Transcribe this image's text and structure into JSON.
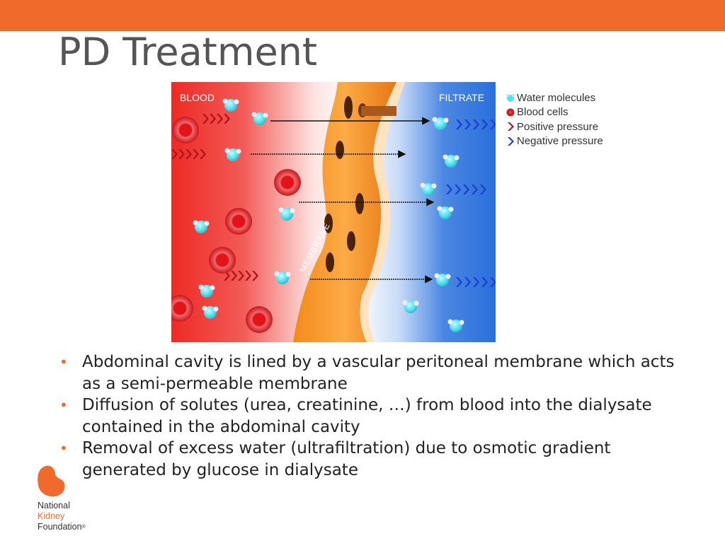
{
  "slide": {
    "title": "PD Treatment",
    "accent_color": "#f06a2b"
  },
  "diagram": {
    "left_label": "BLOOD",
    "right_label": "FILTRATE",
    "membrane_label": "MEMBRANE",
    "colors": {
      "blood_side": "#ee2a24",
      "filtrate_side": "#2a6fdc",
      "membrane": "#f7931e",
      "water": "#4fe3ef",
      "blood_cell": "#d4191d",
      "positive_pressure": "#b3121a",
      "negative_pressure": "#1c3fcf"
    },
    "legend": [
      {
        "icon": "water-molecule-icon",
        "label": "Water molecules"
      },
      {
        "icon": "blood-cell-icon",
        "label": "Blood cells"
      },
      {
        "icon": "positive-pressure-chevron-icon",
        "label": "Positive pressure"
      },
      {
        "icon": "negative-pressure-chevron-icon",
        "label": "Negative pressure"
      }
    ]
  },
  "bullets": [
    "Abdominal cavity is lined by a vascular peritoneal membrane which acts as a semi-permeable membrane",
    "Diffusion of solutes (urea, creatinine, …) from blood into the dialysate contained in the abdominal cavity",
    "Removal of excess water (ultrafiltration) due to osmotic gradient generated by glucose in dialysate"
  ],
  "logo": {
    "line1": "National",
    "line2": "Kidney",
    "line3": "Foundation",
    "registered": "®"
  }
}
